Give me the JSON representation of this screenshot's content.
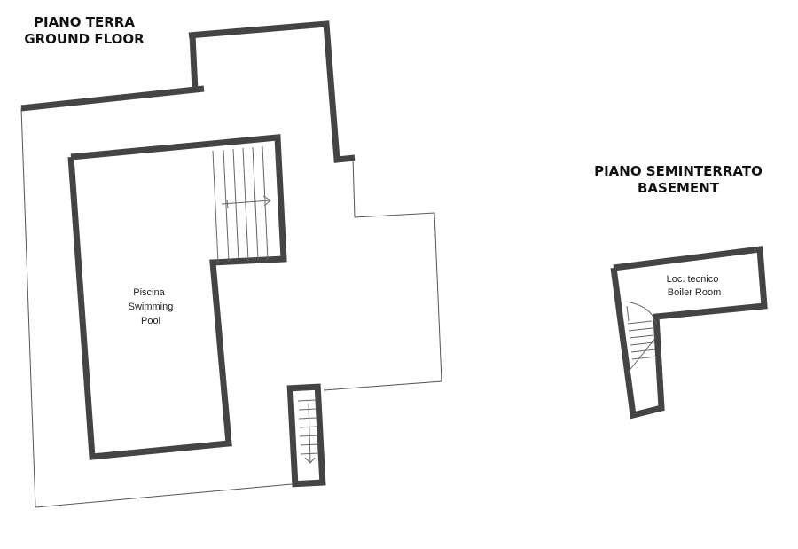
{
  "ground_floor": {
    "title_it": "PIANO TERRA",
    "title_en": "GROUND FLOOR",
    "pool_label_it": "Piscina",
    "pool_label_en": "Swimming",
    "pool_label_en2": "Pool"
  },
  "basement": {
    "title_it": "PIANO SEMINTERRATO",
    "title_en": "BASEMENT",
    "room_label_it": "Loc. tecnico",
    "room_label_en": "Boiler Room"
  },
  "colors": {
    "wall": "#555555",
    "background": "#ffffff",
    "text": "#111111"
  }
}
